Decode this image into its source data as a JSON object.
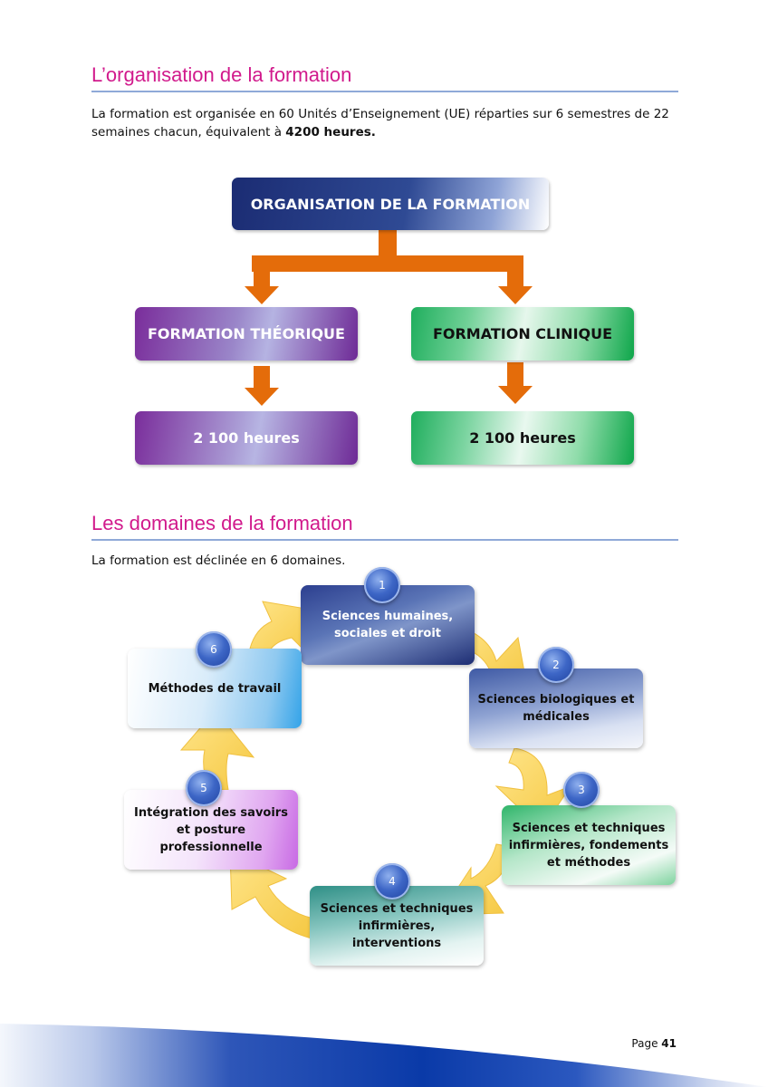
{
  "section1": {
    "title": "L’organisation de la formation",
    "para_pre": "La formation est organisée en 60 Unités d’Enseignement (UE) réparties sur 6 semestres de 22 semaines chacun, équivalent à ",
    "para_bold": "4200 heures."
  },
  "orgchart": {
    "top": "ORGANISATION DE LA FORMATION",
    "left_title": "FORMATION THÉORIQUE",
    "left_hours": "2 100 heures",
    "right_title": "FORMATION CLINIQUE",
    "right_hours": "2 100 heures",
    "colors": {
      "arrow": "#e46c0a",
      "theory": "#7030a0",
      "clinical": "#00b050",
      "top": "#1f2d6e"
    }
  },
  "section2": {
    "title": "Les domaines de la formation",
    "para": "La formation est déclinée en 6 domaines."
  },
  "domains": [
    {
      "number": "1",
      "lines": [
        "Sciences humaines,",
        "sociales et droit"
      ]
    },
    {
      "number": "2",
      "lines": [
        "Sciences biologiques et",
        "médicales"
      ]
    },
    {
      "number": "3",
      "lines": [
        "Sciences et techniques",
        "infirmières, fondements",
        "et méthodes"
      ]
    },
    {
      "number": "4",
      "lines": [
        "Sciences et techniques",
        "infirmières,",
        "interventions"
      ]
    },
    {
      "number": "5",
      "lines": [
        "Intégration des savoirs",
        "et posture",
        "professionnelle"
      ]
    },
    {
      "number": "6",
      "lines": [
        "Méthodes de travail"
      ]
    }
  ],
  "footer": {
    "page_label": "Page",
    "page_number": "41"
  }
}
